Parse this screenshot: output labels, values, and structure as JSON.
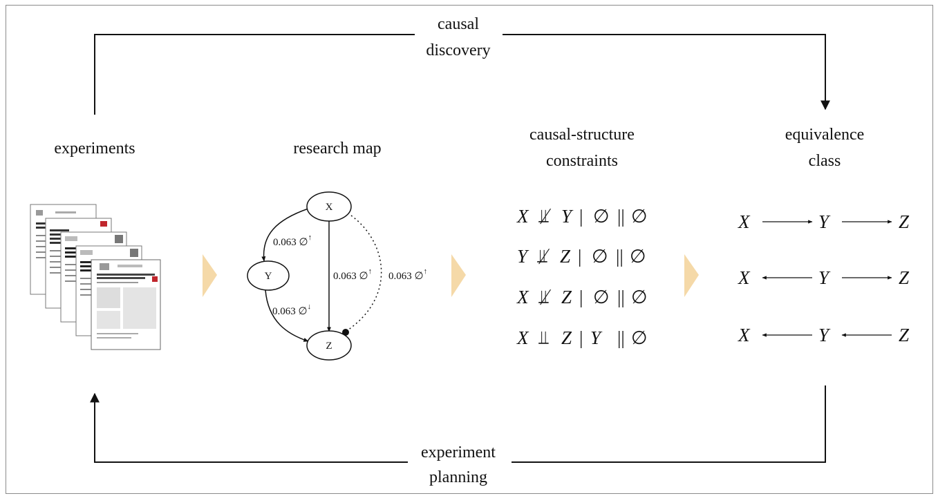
{
  "stages": {
    "experiments": "experiments",
    "research_map": "research map",
    "constraints_line1": "causal-structure",
    "constraints_line2": "constraints",
    "equivalence_line1": "equivalence",
    "equivalence_line2": "class"
  },
  "loops": {
    "top_line1": "causal",
    "top_line2": "discovery",
    "bottom_line1": "experiment",
    "bottom_line2": "planning"
  },
  "research_map": {
    "nodes": {
      "x": "X",
      "y": "Y",
      "z": "Z"
    },
    "edge_xy": "0.063 ∅",
    "edge_yz": "0.063 ∅",
    "edge_xz": "0.063 ∅",
    "edge_xz_dotted": "0.063 ∅",
    "arrow_up": "↑",
    "arrow_down": "↓"
  },
  "constraints": [
    {
      "a": "X",
      "rel": "⫫̸",
      "b": "Y",
      "cond": "∅",
      "tail": "∅"
    },
    {
      "a": "Y",
      "rel": "⫫̸",
      "b": "Z",
      "cond": "∅",
      "tail": "∅"
    },
    {
      "a": "X",
      "rel": "⫫̸",
      "b": "Z",
      "cond": "∅",
      "tail": "∅"
    },
    {
      "a": "X",
      "rel": "⫫",
      "b": "Z",
      "cond": "Y",
      "tail": "∅"
    }
  ],
  "equivalence": [
    {
      "a": "X",
      "b": "Y",
      "c": "Z"
    },
    {
      "a": "X",
      "b": "Y",
      "c": "Z"
    },
    {
      "a": "X",
      "b": "Y",
      "c": "Z"
    }
  ],
  "colors": {
    "chevron": "#f5d9a8",
    "line": "#111111"
  }
}
